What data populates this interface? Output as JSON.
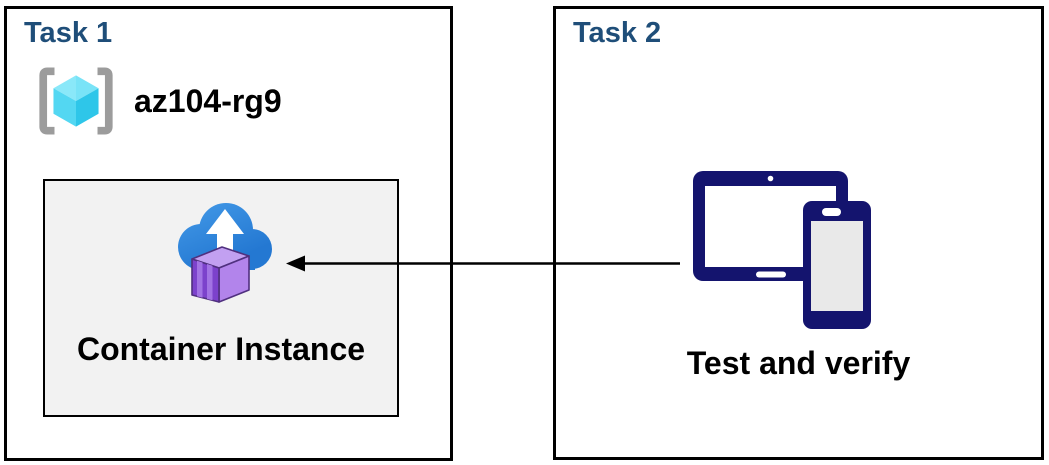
{
  "task1": {
    "title": "Task 1",
    "resource_group_name": "az104-rg9",
    "container_instance_label": "Container Instance"
  },
  "task2": {
    "title": "Task 2",
    "devices_label": "Test and verify"
  },
  "arrow": {
    "from": "test-and-verify-devices",
    "to": "container-instance",
    "direction": "right-to-left"
  },
  "colors": {
    "task_title": "#1F4E79",
    "box_border": "#000000",
    "panel_fill": "#F2F2F2",
    "device_navy": "#14146E",
    "device_screen_white": "#FFFFFF",
    "device_screen_gray": "#E9E9E9",
    "cloud_blue_light": "#459CE9",
    "cloud_blue_dark": "#2478D2",
    "container_front_purple": "#7C42CC",
    "container_stripe_purple": "#A273E4",
    "container_side_purple": "#B284EB",
    "container_top_purple": "#C2A0F1",
    "container_outline_purple": "#50307F",
    "cube_top_left": "#8AE8F9",
    "cube_top_right": "#79E3F7",
    "cube_bottom_left": "#53D7F2",
    "cube_bottom_right": "#2EC6E9",
    "bracket_gray": "#9C9C9C",
    "arrow_black": "#000000"
  }
}
